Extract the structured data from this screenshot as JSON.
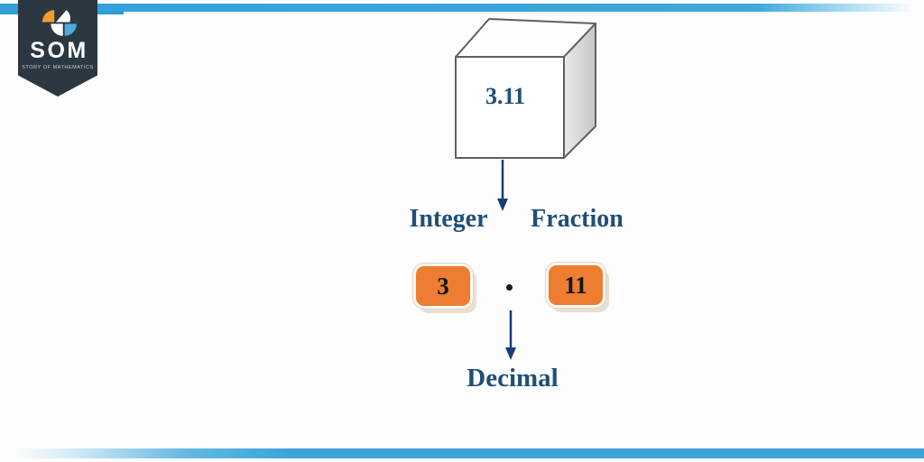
{
  "page": {
    "background": "#fdfdfe",
    "accent_blue": "#3BA5DB"
  },
  "logo": {
    "name": "SOM",
    "tagline": "STORY OF MATHEMATICS",
    "banner_color": "#2B3842",
    "icon": "som-pinwheel-icon",
    "icon_colors": {
      "orange": "#F49C2D",
      "white": "#FFFFFF",
      "blue": "#4FA8DC"
    }
  },
  "diagram": {
    "cube": {
      "label": "3.11",
      "face_color": "#FFFFFF",
      "side_color": "#D9D9D9",
      "edge_color": "#5F5F5F"
    },
    "labels": {
      "integer": "Integer",
      "fraction": "Fraction",
      "decimal": "Decimal"
    },
    "values": {
      "integer": "3",
      "separator": ".",
      "fraction": "11"
    },
    "colors": {
      "heading_blue": "#1F4E79",
      "arrow_navy": "#1B3B78",
      "box_orange": "#ED7D31",
      "value_black": "#151515"
    },
    "icons": {
      "down_arrow": "down-arrow-icon"
    }
  }
}
